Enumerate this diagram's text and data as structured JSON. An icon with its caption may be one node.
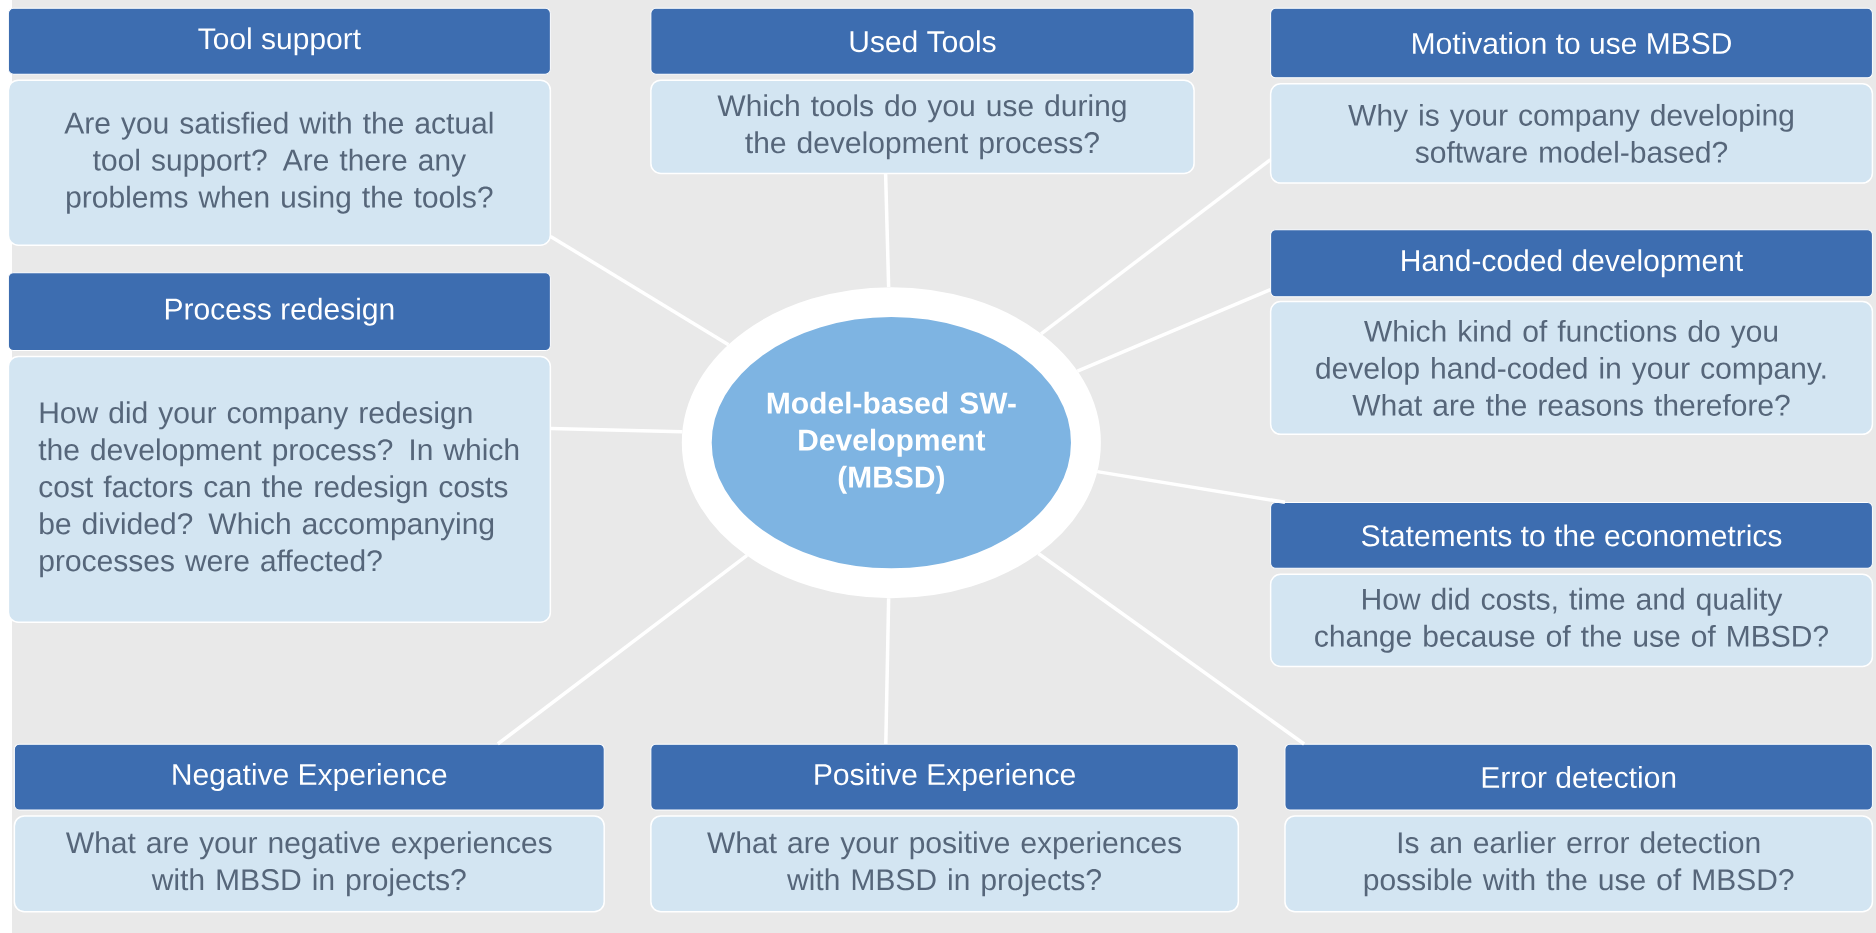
{
  "diagram": {
    "nodes": [
      {
        "text": [
          "Model-based SW-Development (MBSD)"
        ]
      },
      {
        "text": [
          "Tool support",
          "Are you satisfied with the actual tool support? Are there any problems when using the tools?"
        ]
      },
      {
        "text": [
          "Used Tools",
          "Which tools do you use during the development process?"
        ]
      },
      {
        "text": [
          "Motivation to use MBSD",
          "Why is your company developing software model-based?"
        ]
      },
      {
        "text": [
          "Process redesign",
          "How did your company redesign the development process? In which cost factors can the redesign costs be divided? Which accompanying processes were affected?"
        ]
      },
      {
        "text": [
          "Hand-coded development",
          "Which kind of functions do you develop hand-coded in your company. What are the reasons therefore?"
        ]
      },
      {
        "text": [
          "Statements to the econometrics",
          "How did costs, time and quality change because of the use of MBSD?"
        ]
      },
      {
        "text": [
          "Negative Experience",
          "What are your negative experiences with MBSD in projects?"
        ]
      },
      {
        "text": [
          "Positive Experience",
          "What are your positive experiences with MBSD in projects?"
        ]
      },
      {
        "text": [
          "Error detection",
          "Is an earlier error detection possible with the use of MBSD?"
        ]
      }
    ],
    "edges": [
      {
        "from": 0,
        "to": 1,
        "arrow": "none"
      },
      {
        "from": 0,
        "to": 2,
        "arrow": "none"
      },
      {
        "from": 0,
        "to": 3,
        "arrow": "none"
      },
      {
        "from": 0,
        "to": 4,
        "arrow": "none"
      },
      {
        "from": 0,
        "to": 5,
        "arrow": "none"
      },
      {
        "from": 0,
        "to": 6,
        "arrow": "none"
      },
      {
        "from": 0,
        "to": 7,
        "arrow": "none"
      },
      {
        "from": 0,
        "to": 8,
        "arrow": "none"
      },
      {
        "from": 0,
        "to": 9,
        "arrow": "none"
      }
    ]
  }
}
